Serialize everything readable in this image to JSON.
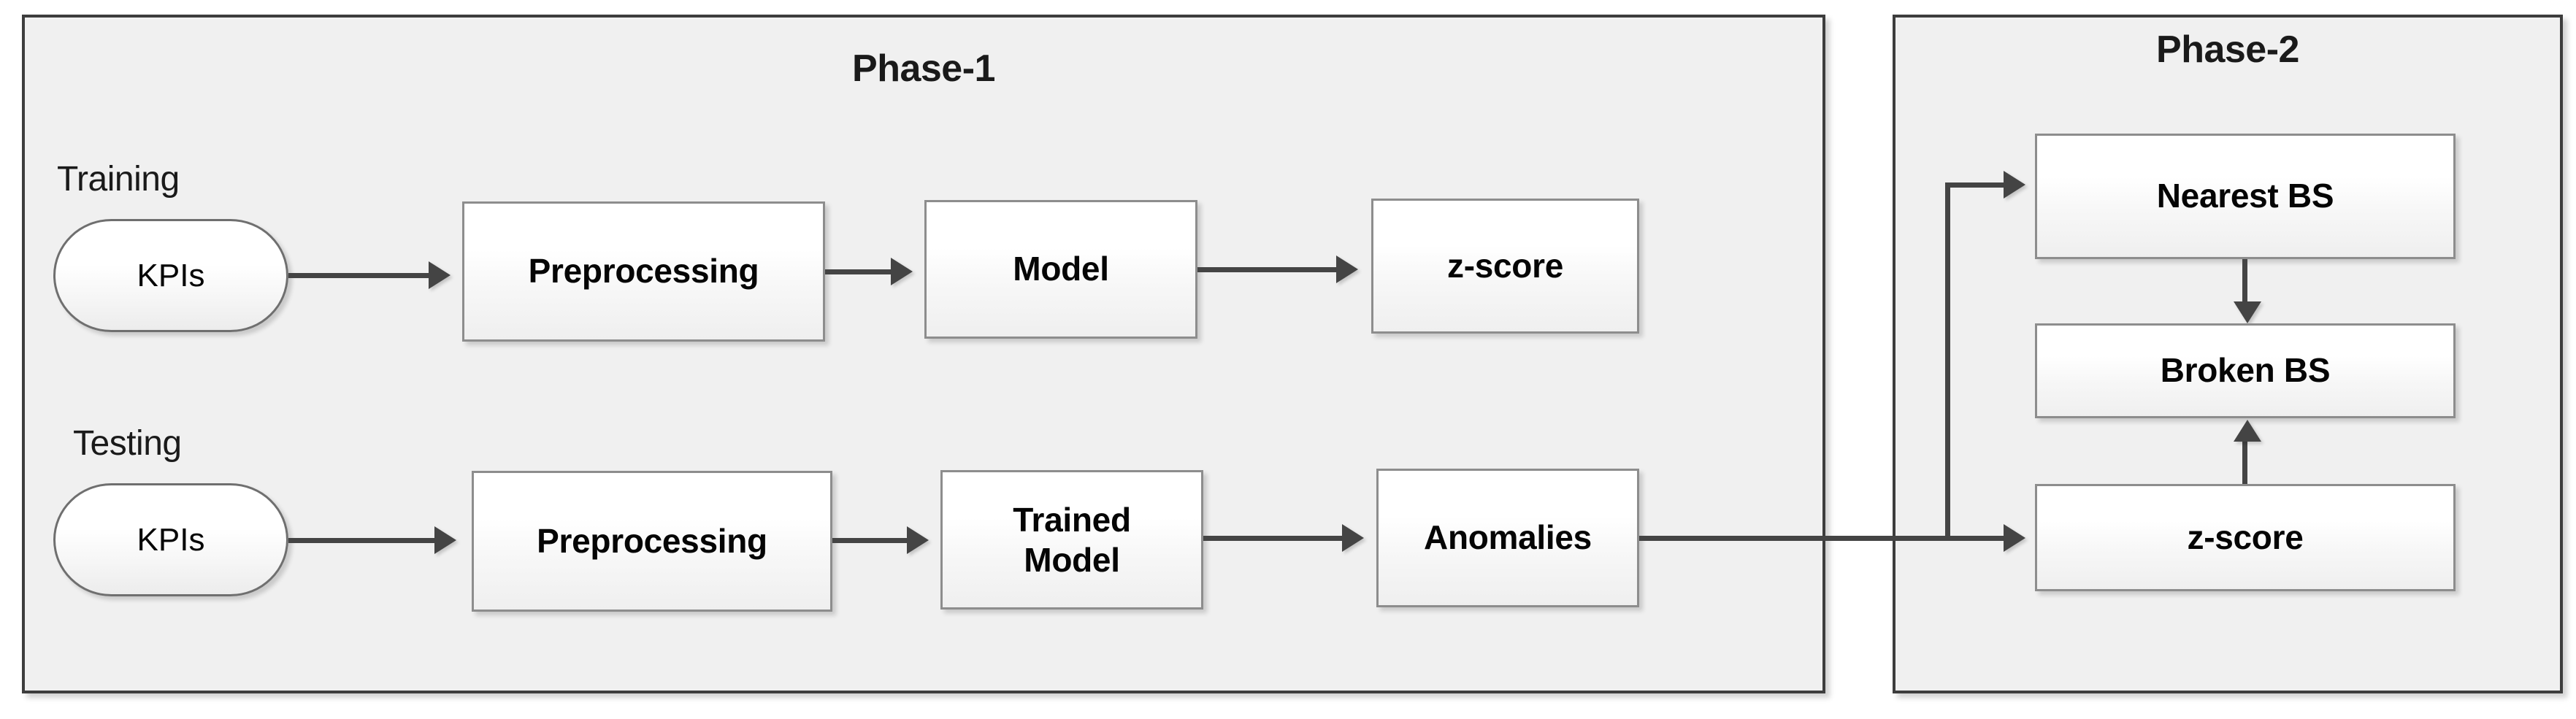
{
  "diagram": {
    "panels": [
      {
        "id": "phase1",
        "title": "Phase-1"
      },
      {
        "id": "phase2",
        "title": "Phase-2"
      }
    ],
    "captions": [
      {
        "id": "training",
        "text": "Training"
      },
      {
        "id": "testing",
        "text": "Testing"
      }
    ],
    "phase1": {
      "training_row": {
        "datastore": "KPIs",
        "preprocessing": "Preprocessing",
        "model": "Model",
        "zscore": "z-score"
      },
      "testing_row": {
        "datastore": "KPIs",
        "preprocessing": "Preprocessing",
        "trained_model_line1": "Trained",
        "trained_model_line2": "Model",
        "anomalies": "Anomalies"
      }
    },
    "phase2": {
      "nearest_bs": "Nearest BS",
      "broken_bs": "Broken BS",
      "zscore": "z-score"
    },
    "colors": {
      "panel_background": "#f0f0f0",
      "panel_border": "#3d3d3d",
      "node_border": "#8d8d8d",
      "connector": "#444444",
      "text": "#050505",
      "page_background": "#ffffff"
    }
  }
}
